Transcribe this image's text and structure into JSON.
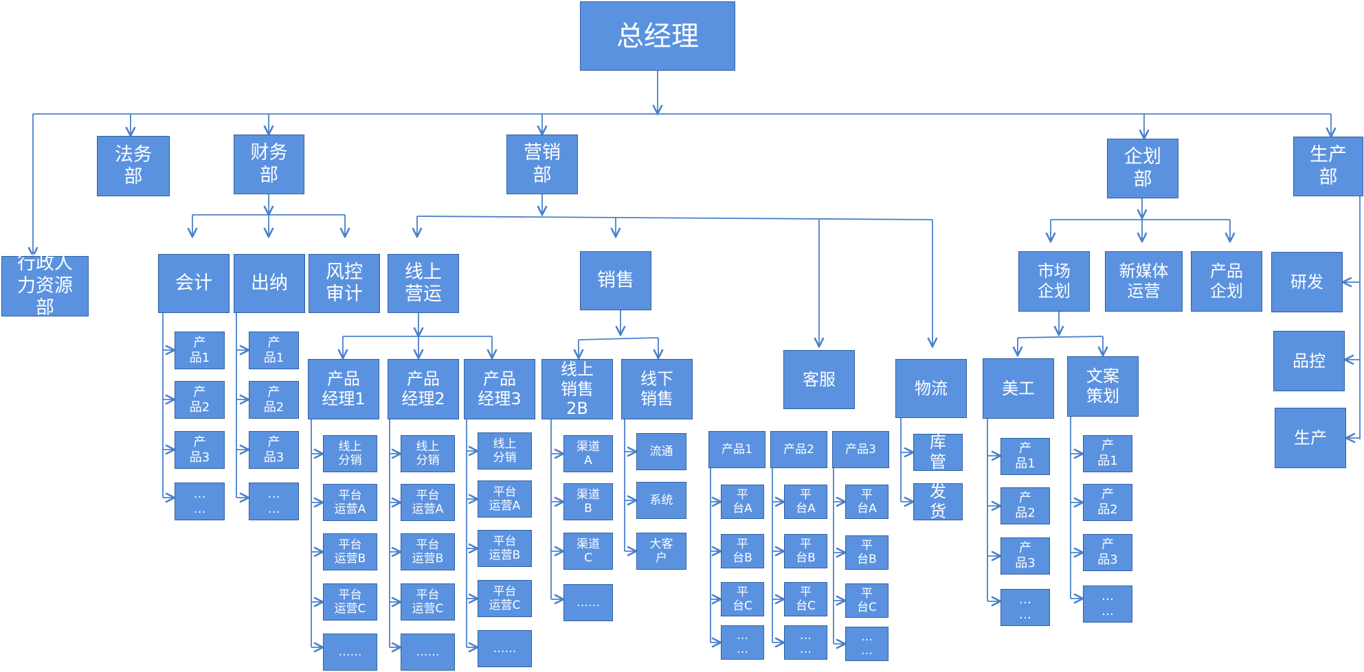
{
  "colors": {
    "box_fill": "#5b92e0",
    "box_border": "#2f5e9e",
    "connector": "#4a80cc"
  },
  "org": {
    "ceo": "总经理",
    "departments": {
      "hr": "行政人\n力资源\n部",
      "legal": "法务\n部",
      "finance": {
        "name": "财务\n部",
        "accounting": {
          "name": "会计",
          "items": [
            "产\n品1",
            "产\n品2",
            "产\n品3",
            "…\n…"
          ]
        },
        "cashier": {
          "name": "出纳",
          "items": [
            "产\n品1",
            "产\n品2",
            "产\n品3",
            "…\n…"
          ]
        },
        "risk": "风控\n审计"
      },
      "marketing": {
        "name": "营销\n部",
        "online_ops": {
          "name": "线上\n营运",
          "managers": [
            {
              "name": "产品\n经理1",
              "items": [
                "线上\n分销",
                "平台\n运营A",
                "平台\n运营B",
                "平台\n运营C",
                "……"
              ]
            },
            {
              "name": "产品\n经理2",
              "items": [
                "线上\n分销",
                "平台\n运营A",
                "平台\n运营B",
                "平台\n运营C",
                "……"
              ]
            },
            {
              "name": "产品\n经理3",
              "items": [
                "线上\n分销",
                "平台\n运营A",
                "平台\n运营B",
                "平台\n运营C",
                "……"
              ]
            }
          ]
        },
        "sales": {
          "name": "销售",
          "online": {
            "name": "线上\n销售\n2B",
            "items": [
              "渠道\nA",
              "渠道\nB",
              "渠道\nC",
              "……"
            ]
          },
          "offline": {
            "name": "线下\n销售",
            "items": [
              "流通",
              "系统",
              "大客\n户"
            ]
          }
        },
        "service": {
          "name": "客服",
          "products": [
            {
              "name": "产品1",
              "items": [
                "平\n台A",
                "平\n台B",
                "平\n台C",
                "…\n…"
              ]
            },
            {
              "name": "产品2",
              "items": [
                "平\n台A",
                "平\n台B",
                "平\n台C",
                "…\n…"
              ]
            },
            {
              "name": "产品3",
              "items": [
                "平\n台A",
                "平\n台B",
                "平\n台C",
                "…\n…"
              ]
            }
          ]
        },
        "logistics": {
          "name": "物流",
          "items": [
            "库\n管",
            "发\n货"
          ]
        }
      },
      "planning": {
        "name": "企划\n部",
        "market": {
          "name": "市场\n企划",
          "art": {
            "name": "美工",
            "items": [
              "产\n品1",
              "产\n品2",
              "产\n品3",
              "…\n…"
            ]
          },
          "copy": {
            "name": "文案\n策划",
            "items": [
              "产\n品1",
              "产\n品2",
              "产\n品3",
              "…\n…"
            ]
          }
        },
        "media": "新媒体\n运营",
        "product": "产品\n企划"
      },
      "production": {
        "name": "生产\n部",
        "items": [
          "研发",
          "品控",
          "生产"
        ]
      }
    }
  }
}
